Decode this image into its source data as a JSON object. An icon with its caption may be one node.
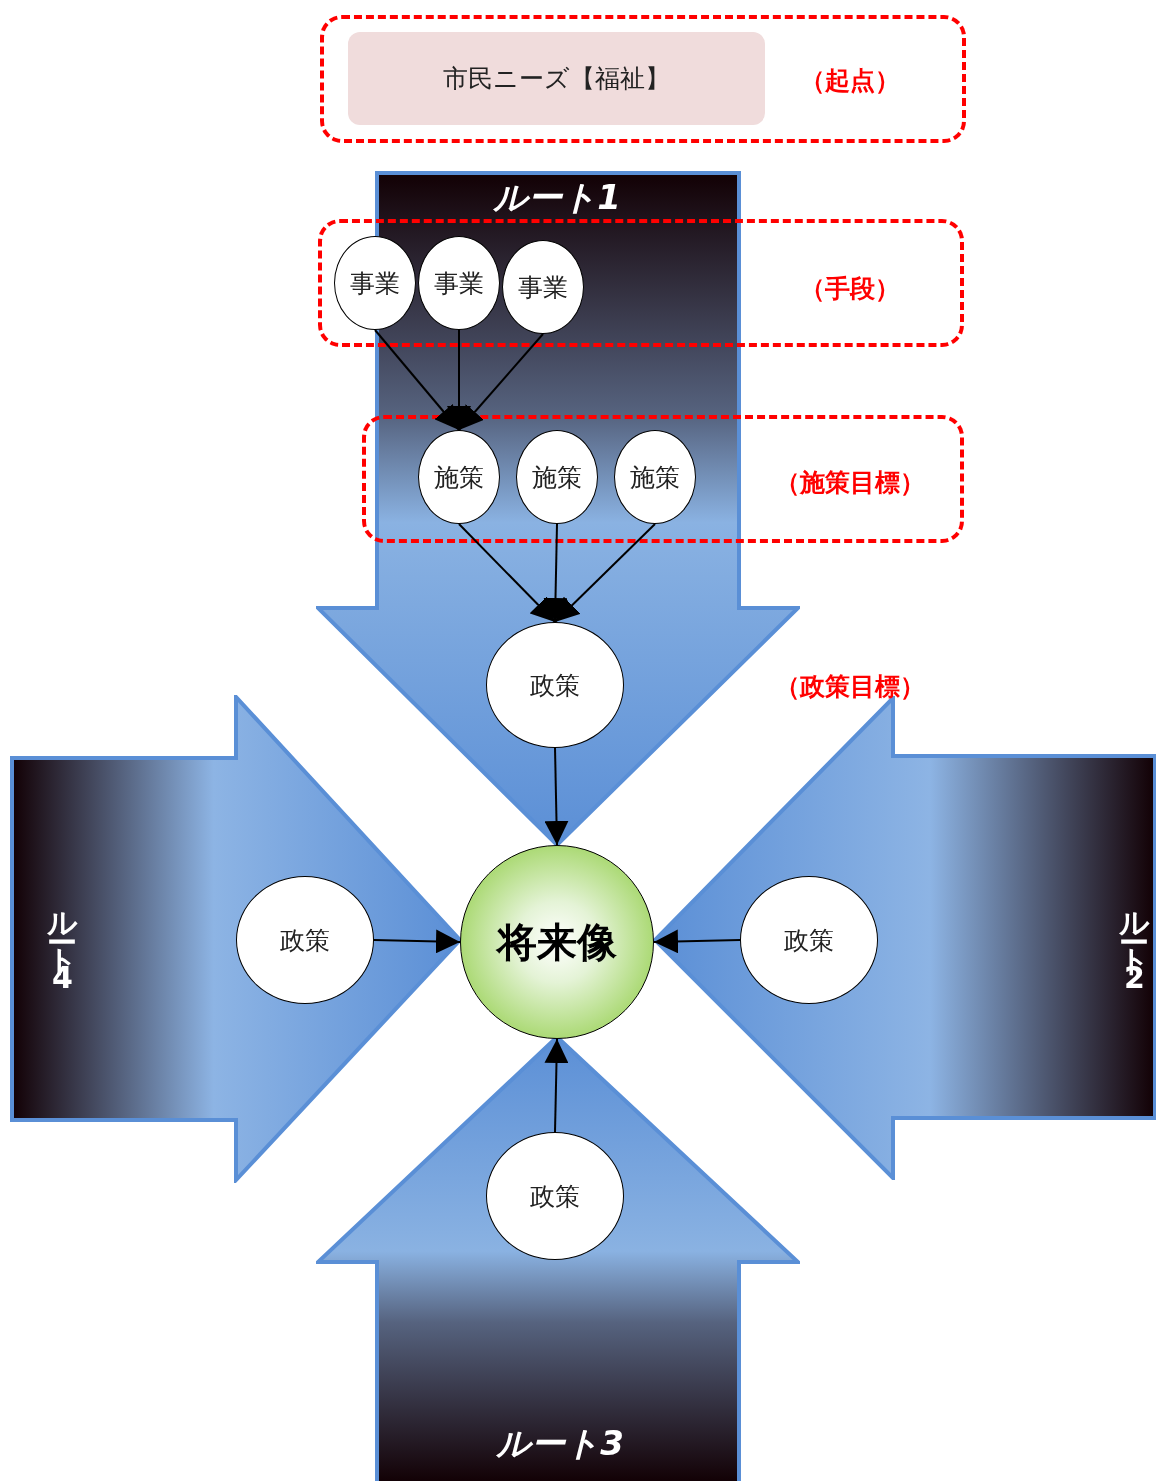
{
  "diagram": {
    "nodes": [
      {
        "text": [
          "市民ニーズ【福祉】"
        ]
      },
      {
        "text": [
          "ルート1"
        ]
      },
      {
        "text": [
          "事業"
        ]
      },
      {
        "text": [
          "事業"
        ],
        "in": 1
      },
      {
        "text": [
          "事業"
        ],
        "in": 1
      },
      {
        "text": [
          "施策"
        ],
        "in": 1
      },
      {
        "text": [
          "施策"
        ],
        "in": 1
      },
      {
        "text": [
          "施策"
        ],
        "in": 1
      },
      {
        "text": [
          "政策"
        ],
        "in": 1
      },
      {
        "text": [
          "ルート4"
        ]
      },
      {
        "text": [
          "政策"
        ],
        "in": 9
      },
      {
        "text": [
          "将来像"
        ]
      },
      {
        "text": [
          "ルート2"
        ]
      },
      {
        "text": [
          "政策"
        ],
        "in": 12
      },
      {
        "text": [
          "ルート3"
        ]
      },
      {
        "text": [
          "政策"
        ],
        "in": 14
      }
    ],
    "edges": [
      {
        "from": 2,
        "to": 5,
        "arrow": "to"
      },
      {
        "from": 3,
        "to": 5,
        "arrow": "to"
      },
      {
        "from": 4,
        "to": 5,
        "arrow": "to"
      },
      {
        "from": 5,
        "to": 8,
        "arrow": "to"
      },
      {
        "from": 6,
        "to": 8,
        "arrow": "to"
      },
      {
        "from": 7,
        "to": 8,
        "arrow": "to"
      },
      {
        "from": 8,
        "to": 11,
        "arrow": "to"
      },
      {
        "from": 10,
        "to": 11,
        "arrow": "to"
      },
      {
        "from": 13,
        "to": 11,
        "arrow": "to"
      },
      {
        "from": 15,
        "to": 11,
        "arrow": "to"
      }
    ],
    "labels": [
      "（起点）",
      "（手段）",
      "（施策目標）",
      "（政策目標）"
    ]
  }
}
